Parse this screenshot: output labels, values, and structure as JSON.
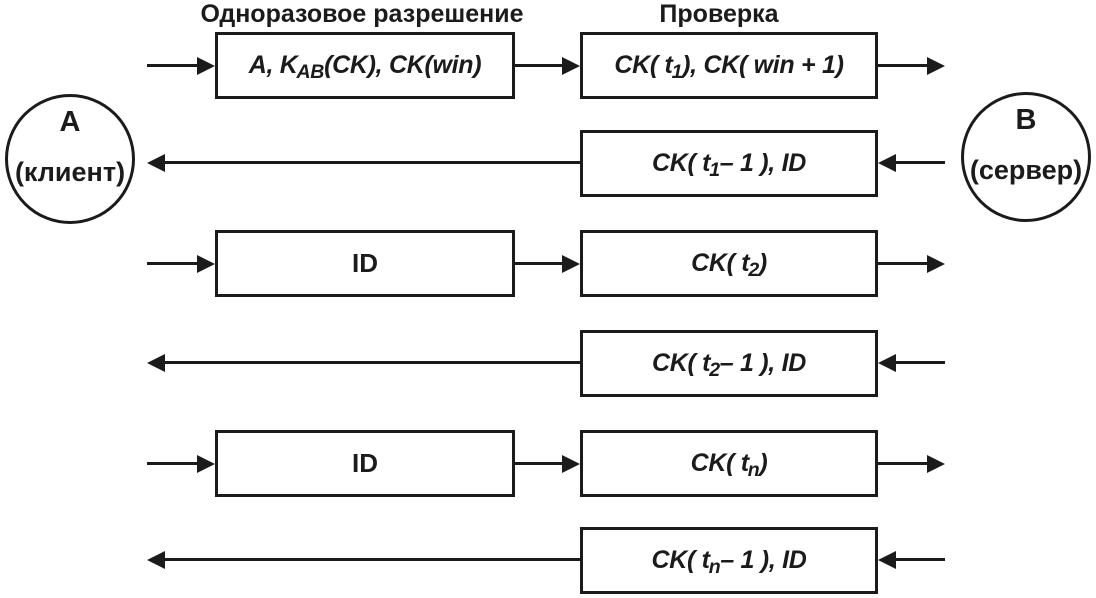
{
  "diagram": {
    "headers": {
      "authorization": "Одноразовое разрешение",
      "verification": "Проверка"
    },
    "nodes": {
      "client": {
        "letter": "A",
        "role": "(клиент)"
      },
      "server": {
        "letter": "B",
        "role": "(сервер)"
      }
    },
    "messages": [
      {
        "direction": "right",
        "boxes": [
          {
            "segments": [
              "A, K",
              "AB",
              "(CK), CK(win)"
            ]
          },
          {
            "segments": [
              "CK( t",
              "1",
              " ), CK( win + 1)"
            ]
          }
        ]
      },
      {
        "direction": "left",
        "boxes": [
          {
            "segments": [
              "CK( t",
              "1",
              "– 1 ), ID"
            ]
          }
        ]
      },
      {
        "direction": "right",
        "boxes": [
          {
            "segments": [
              "ID"
            ]
          },
          {
            "segments": [
              "CK( t",
              "2",
              " )"
            ]
          }
        ]
      },
      {
        "direction": "left",
        "boxes": [
          {
            "segments": [
              "CK( t",
              "2",
              "– 1 ), ID"
            ]
          }
        ]
      },
      {
        "direction": "right",
        "boxes": [
          {
            "segments": [
              "ID"
            ]
          },
          {
            "segments": [
              "CK( t",
              "n",
              " )"
            ]
          }
        ]
      },
      {
        "direction": "left",
        "boxes": [
          {
            "segments": [
              "CK( t",
              "n",
              "– 1 ), ID"
            ]
          }
        ]
      }
    ],
    "colors": {
      "ink": "#1b1b1b",
      "background": "#ffffff"
    }
  }
}
